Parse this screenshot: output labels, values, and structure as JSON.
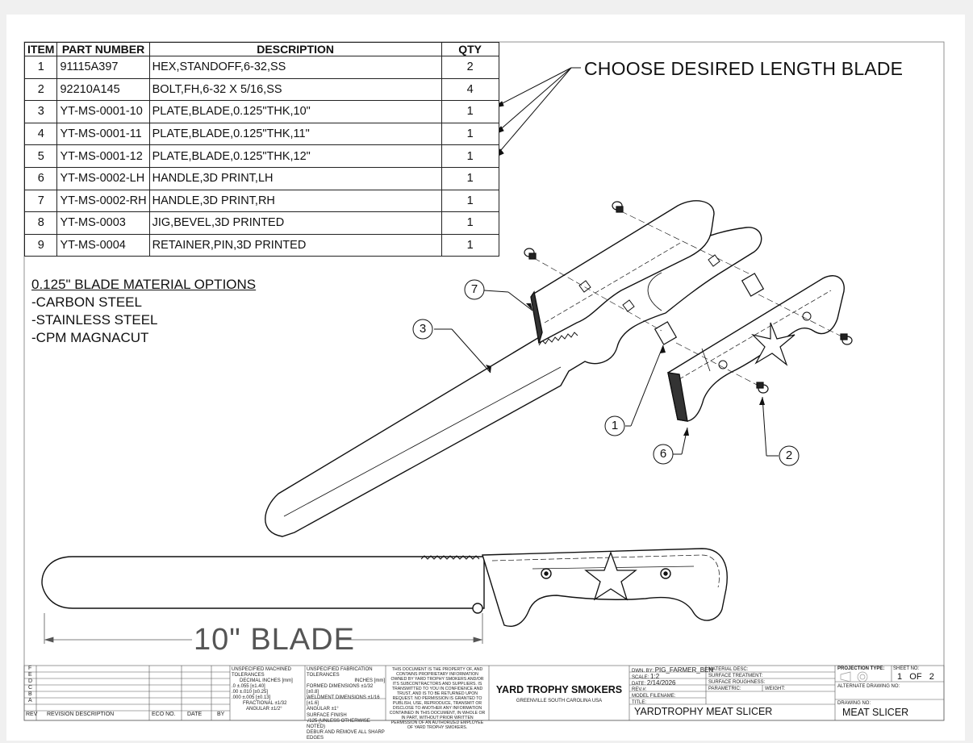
{
  "bom": {
    "headers": [
      "ITEM",
      "PART NUMBER",
      "DESCRIPTION",
      "QTY"
    ],
    "rows": [
      [
        "1",
        "91115A397",
        "HEX,STANDOFF,6-32,SS",
        "2"
      ],
      [
        "2",
        "92210A145",
        "BOLT,FH,6-32 X 5/16,SS",
        "4"
      ],
      [
        "3",
        "YT-MS-0001-10",
        "PLATE,BLADE,0.125\"THK,10\"",
        "1"
      ],
      [
        "4",
        "YT-MS-0001-11",
        "PLATE,BLADE,0.125\"THK,11\"",
        "1"
      ],
      [
        "5",
        "YT-MS-0001-12",
        "PLATE,BLADE,0.125\"THK,12\"",
        "1"
      ],
      [
        "6",
        "YT-MS-0002-LH",
        "HANDLE,3D PRINT,LH",
        "1"
      ],
      [
        "7",
        "YT-MS-0002-RH",
        "HANDLE,3D PRINT,RH",
        "1"
      ],
      [
        "8",
        "YT-MS-0003",
        "JIG,BEVEL,3D PRINTED",
        "1"
      ],
      [
        "9",
        "YT-MS-0004",
        "RETAINER,PIN,3D PRINTED",
        "1"
      ]
    ]
  },
  "notes": {
    "choose_blade": "CHOOSE DESIRED LENGTH BLADE",
    "material_heading": "0.125\" BLADE MATERIAL OPTIONS",
    "materials": [
      "-CARBON STEEL",
      "-STAINLESS STEEL",
      "-CPM MAGNACUT"
    ],
    "blade_dimension": "10\" BLADE"
  },
  "balloons": [
    "7",
    "3",
    "1",
    "6",
    "2"
  ],
  "title_block": {
    "rev_letters": [
      "F",
      "E",
      "D",
      "C",
      "B",
      "A"
    ],
    "rev_headers": [
      "REV",
      "REVISION DESCRIPTION",
      "ECO NO.",
      "DATE",
      "BY"
    ],
    "machined_tol": [
      "UNSPECIFIED MACHINED TOLERANCES",
      "DECIMAL  INCHES  [mm]",
      ".0     ±.055   [±1.40]",
      ".00    ±.010   [±0.25]",
      ".000   ±.005   [±0.13]",
      "FRACTIONAL  ±1/32",
      "ANGULAR   ±1/2°"
    ],
    "fab_tol": [
      "UNSPECIFIED FABRICATION TOLERANCES",
      "INCHES  [mm]",
      "FORMED DIMENSIONS   ±1/32  [±0.8]",
      "WELDMENT DIMENSIONS  ±1/16  [±1.6]",
      "ANGULAR                ±1°",
      "SURFACE FINISH",
      "√125 (UNLESS OTHERWISE NOTED)",
      "DEBUR AND REMOVE ALL SHARP EDGES"
    ],
    "proprietary": "THIS DOCUMENT IS THE PROPERTY OF, AND CONTAINS PROPRIETARY INFORMATION OWNED BY YARD TROPHY SMOKERS AND/OR ITS SUBCONTRACTORS AND SUPPLIERS. IS TRANSMITTED TO YOU IN CONFIDENCE AND TRUST, AND IS TO BE RETURNED UPON REQUEST. NO PERMISSION IS GRANTED TO PUBLISH, USE, REPRODUCE, TRANSMIT OR DISCLOSE TO ANOTHER ANY INFORMATION CONTAINED IN THIS DOCUMENT, IN WHOLE OR IN PART, WITHOUT PRIOR WRITTEN PERMISSION OF AN AUTHORIZED EMPLOYEE OF YARD TROPHY SMOKERS.",
    "company": "YARD TROPHY SMOKERS",
    "location": "GREENVILLE  SOUTH CAROLINA  USA",
    "drawn_by_label": "DWN. BY:",
    "drawn_by": "PIG_FARMER_BEN",
    "scale_label": "SCALE:",
    "scale": "1:2",
    "date_label": "DATE:",
    "date": "2/14/2026",
    "rev_label": "REV.#:",
    "model_label": "MODEL FILENAME:",
    "title_label": "TITLE:",
    "title": "YARDTROPHY MEAT SLICER",
    "material_label": "MATERIAL DESC:",
    "surface_treatment_label": "SURFACE TREATMENT:",
    "surface_roughness_label": "SURFACE ROUGHNESS:",
    "parametric_label": "PARAMETRIC:",
    "weight_label": "WEIGHT:",
    "projection_label": "PROJECTION TYPE:",
    "sheet_label": "SHEET NO:",
    "sheet": "1   OF   2",
    "alt_drawing_label": "ALTERNATE DRAWING NO:",
    "drawing_no_label": "DRAWING NO:",
    "drawing_no": "MEAT SLICER"
  }
}
